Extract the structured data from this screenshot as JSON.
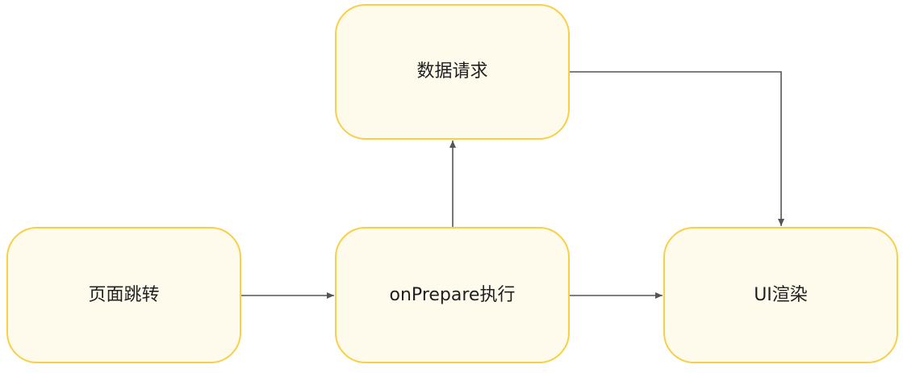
{
  "nodes": {
    "request": "数据请求",
    "jump": "页面跳转",
    "prepare": "onPrepare执行",
    "render": "UI渲染"
  },
  "edges": [
    {
      "from": "页面跳转",
      "to": "onPrepare执行"
    },
    {
      "from": "onPrepare执行",
      "to": "数据请求"
    },
    {
      "from": "数据请求",
      "to": "UI渲染"
    },
    {
      "from": "onPrepare执行",
      "to": "UI渲染"
    }
  ],
  "colors": {
    "node_fill": "#fffbec",
    "node_border": "#f8cf45",
    "connector": "#555555"
  }
}
